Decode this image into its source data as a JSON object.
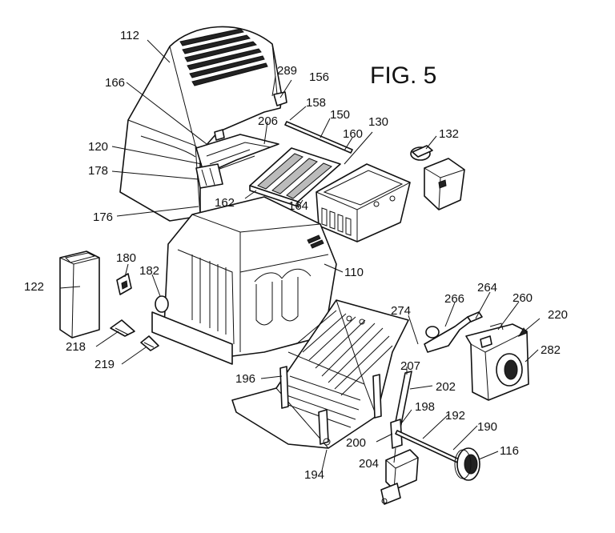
{
  "figure": {
    "title": "FIG. 5",
    "labels": [
      {
        "id": "l112",
        "text": "112"
      },
      {
        "id": "l289",
        "text": "289"
      },
      {
        "id": "l156",
        "text": "156"
      },
      {
        "id": "l166",
        "text": "166"
      },
      {
        "id": "l158",
        "text": "158"
      },
      {
        "id": "l150",
        "text": "150"
      },
      {
        "id": "l206",
        "text": "206"
      },
      {
        "id": "l130",
        "text": "130"
      },
      {
        "id": "l132",
        "text": "132"
      },
      {
        "id": "l120",
        "text": "120"
      },
      {
        "id": "l160",
        "text": "160"
      },
      {
        "id": "l178",
        "text": "178"
      },
      {
        "id": "l162",
        "text": "162"
      },
      {
        "id": "l164",
        "text": "164"
      },
      {
        "id": "l176",
        "text": "176"
      },
      {
        "id": "l180",
        "text": "180"
      },
      {
        "id": "l122",
        "text": "122"
      },
      {
        "id": "l182",
        "text": "182"
      },
      {
        "id": "l110",
        "text": "110"
      },
      {
        "id": "l264",
        "text": "264"
      },
      {
        "id": "l266",
        "text": "266"
      },
      {
        "id": "l260",
        "text": "260"
      },
      {
        "id": "l274",
        "text": "274"
      },
      {
        "id": "l220",
        "text": "220"
      },
      {
        "id": "l282",
        "text": "282"
      },
      {
        "id": "l218",
        "text": "218"
      },
      {
        "id": "l219",
        "text": "219"
      },
      {
        "id": "l196",
        "text": "196"
      },
      {
        "id": "l207",
        "text": "207"
      },
      {
        "id": "l202",
        "text": "202"
      },
      {
        "id": "l198",
        "text": "198"
      },
      {
        "id": "l192",
        "text": "192"
      },
      {
        "id": "l190",
        "text": "190"
      },
      {
        "id": "l200",
        "text": "200"
      },
      {
        "id": "l116",
        "text": "116"
      },
      {
        "id": "l204",
        "text": "204"
      },
      {
        "id": "l194",
        "text": "194"
      }
    ]
  }
}
